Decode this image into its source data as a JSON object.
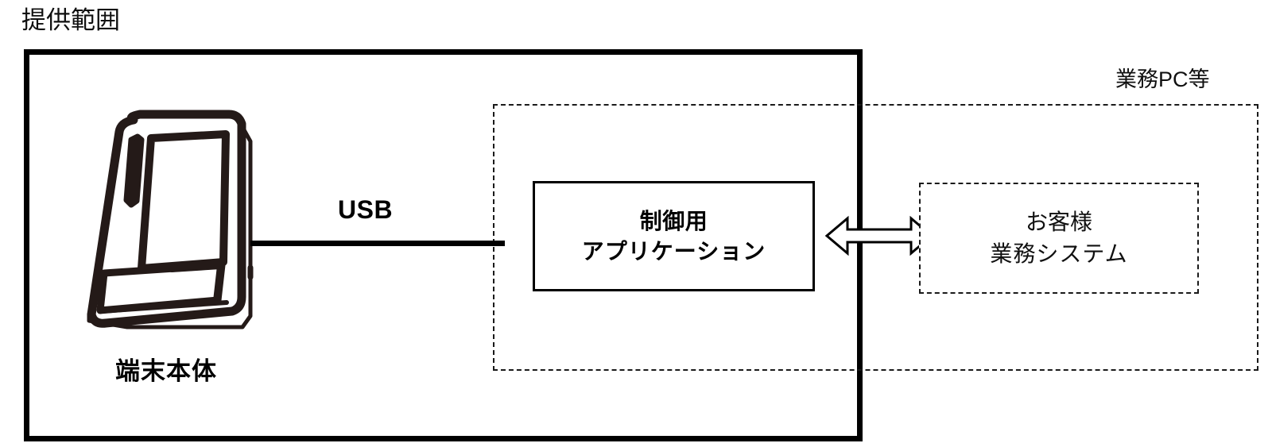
{
  "diagram": {
    "title": "提供範囲",
    "scope_box": {
      "name": "提供範囲",
      "border_style": "solid-thick",
      "color": "#000000"
    },
    "device": {
      "label": "端末本体",
      "icon": "handheld-terminal-device-icon",
      "color": "#241a18"
    },
    "connection": {
      "label": "USB",
      "style": "solid-line",
      "color": "#000000"
    },
    "control_app": {
      "line1": "制御用",
      "line2": "アプリケーション",
      "border_style": "solid",
      "color": "#000000"
    },
    "business_pc": {
      "label": "業務PC等",
      "border_style": "dashed",
      "color": "#1a1a1a"
    },
    "customer_system": {
      "line1": "お客様",
      "line2": "業務システム",
      "border_style": "dashed",
      "color": "#1a1a1a"
    },
    "interface_arrow": {
      "icon": "double-headed-arrow-icon",
      "direction": "bidirectional",
      "style": "hollow-outline",
      "color": "#000000"
    }
  }
}
